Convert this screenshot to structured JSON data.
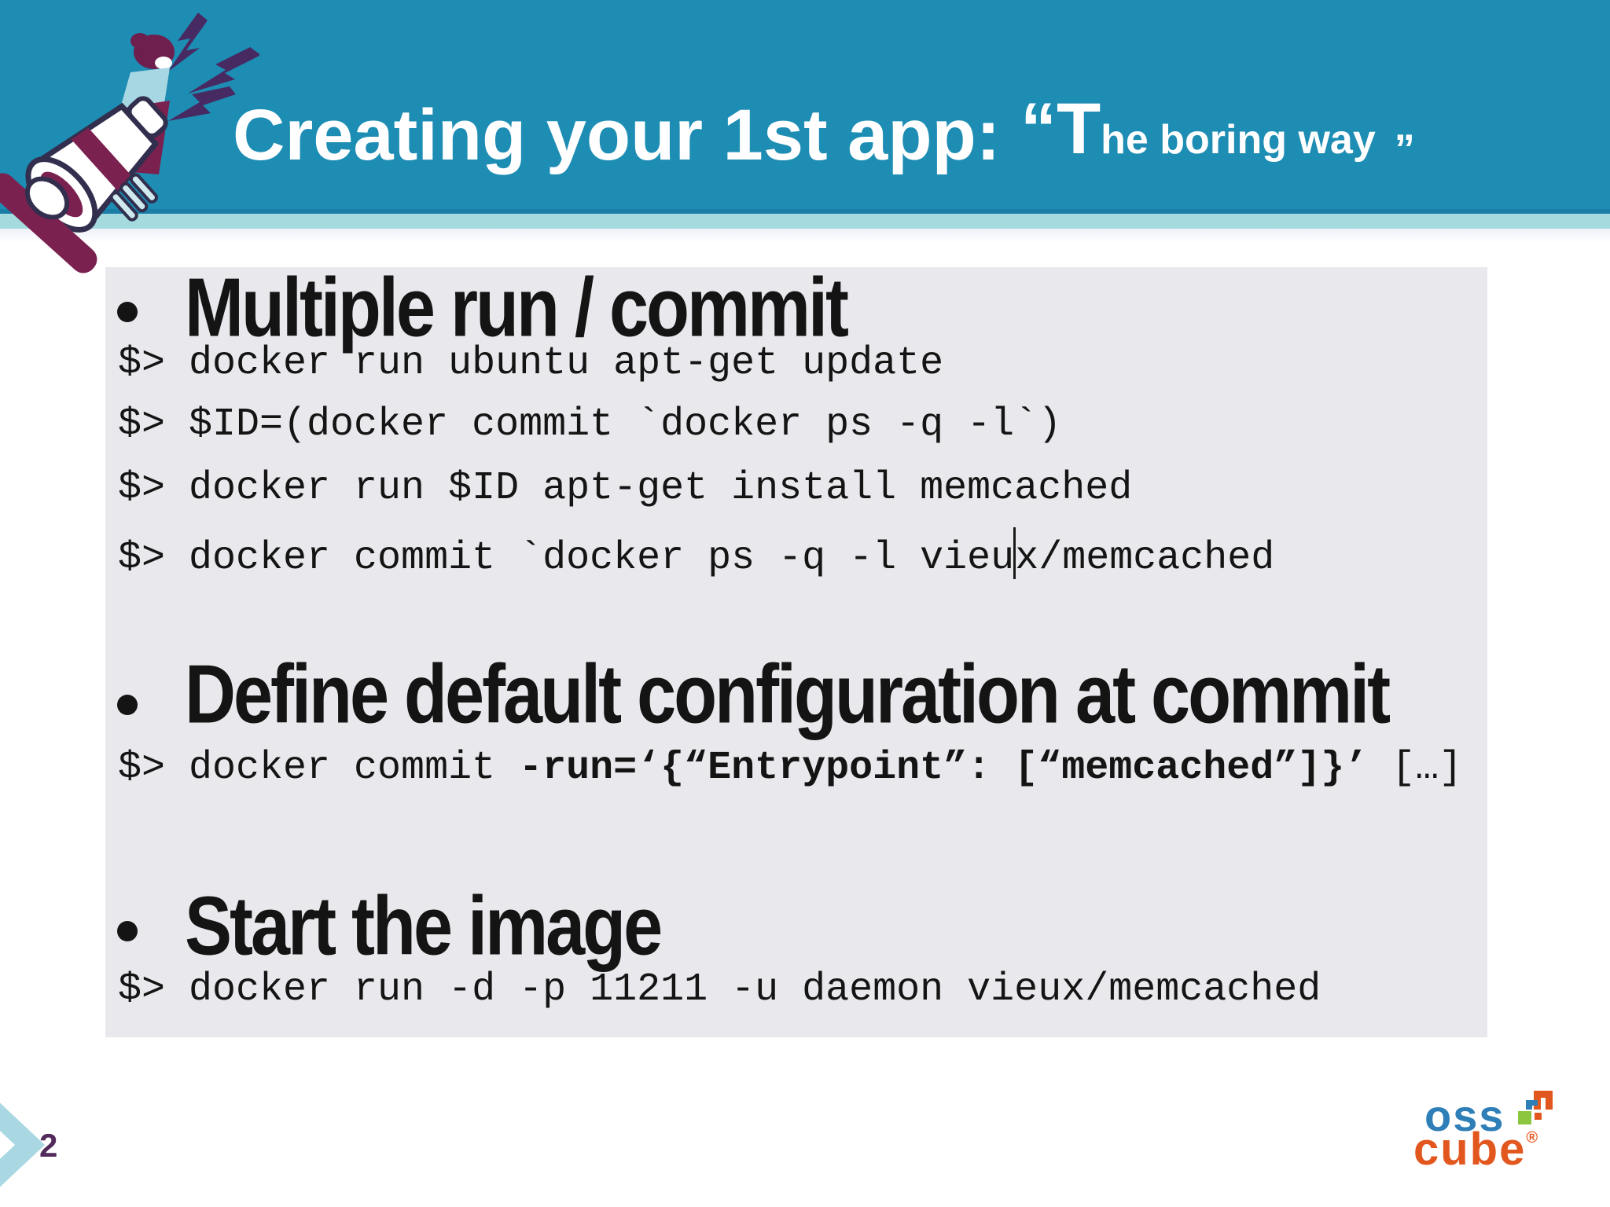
{
  "page": {
    "title": {
      "main": "Creating your 1st app: ",
      "big": "“T",
      "small": "he boring way",
      "quote_close": "”"
    },
    "page_number": "2",
    "sections": [
      {
        "heading": "Multiple run / commit",
        "code_lines": [
          "$> docker run ubuntu apt-get update",
          "$> $ID=(docker commit `docker ps -q -l`)",
          "$> docker run $ID apt-get install memcached"
        ],
        "cursor_line": {
          "before": "$> docker commit `docker ps -q -l vieu",
          "after": "x/memcached"
        }
      },
      {
        "heading": "Define default configuration at commit",
        "code_prefix": "$> docker commit ",
        "code_bold": "-run=‘{“Entrypoint”: [“memcached”]}’",
        "code_suffix": " […]"
      },
      {
        "heading": "Start the image",
        "code_lines": [
          "$> docker run -d -p 11211 -u daemon vieux/memcached"
        ]
      }
    ],
    "logo": {
      "top": "oss",
      "bottom": "cube",
      "reg": "®"
    },
    "icons": {
      "megaphone": "megaphone-illustration",
      "chevron": "chevron-right-icon",
      "caret": "text-cursor"
    },
    "colors": {
      "header_teal": "#1d8db4",
      "header_edge": "#1a7ea6",
      "band_light_blue": "#a5dade",
      "panel_gray": "#e9e8ec",
      "maroon": "#7b2150",
      "bolt_purple": "#472a62",
      "page_number_purple": "#532a5c",
      "logo_blue": "#2e7eb8",
      "logo_orange": "#e2571e",
      "logo_green": "#8cc63f",
      "title_white": "#ffffff"
    }
  }
}
